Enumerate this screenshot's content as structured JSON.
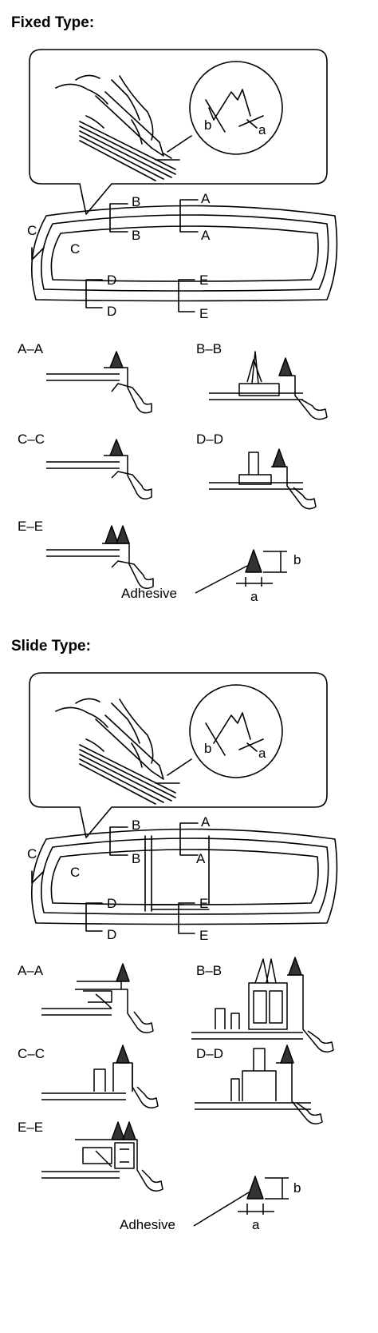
{
  "fixed": {
    "heading": "Fixed Type:",
    "dim_b": "b",
    "dim_a": "a",
    "cut_labels": {
      "a": "A",
      "b": "B",
      "c": "C",
      "d": "D",
      "e": "E"
    },
    "sections": {
      "aa": "A–A",
      "bb": "B–B",
      "cc": "C–C",
      "dd": "D–D",
      "ee": "E–E"
    },
    "detail": {
      "b": "b",
      "a": "a",
      "adhesive": "Adhesive"
    }
  },
  "slide": {
    "heading": "Slide Type:",
    "dim_b": "b",
    "dim_a": "a",
    "cut_labels": {
      "a": "A",
      "b": "B",
      "c": "C",
      "d": "D",
      "e": "E"
    },
    "sections": {
      "aa": "A–A",
      "bb": "B–B",
      "cc": "C–C",
      "dd": "D–D",
      "ee": "E–E"
    },
    "detail": {
      "b": "b",
      "a": "a",
      "adhesive": "Adhesive"
    }
  }
}
